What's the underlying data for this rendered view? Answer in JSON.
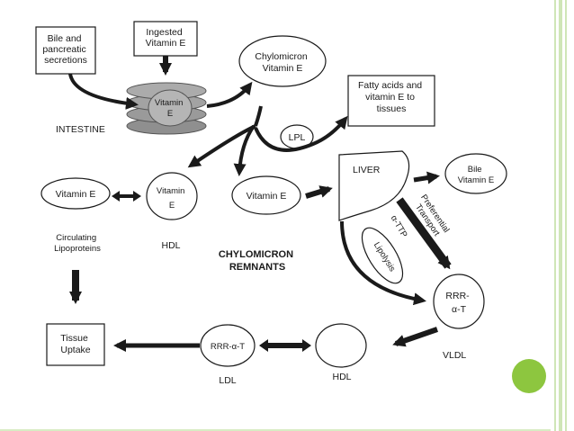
{
  "nodes": {
    "bile_box": [
      "Bile and",
      "pancreatic",
      "secretions"
    ],
    "ingested_box": [
      "Ingested",
      "Vitamin E"
    ],
    "intestine_vitamin": [
      "Vitamin",
      "E"
    ],
    "intestine_label": "INTESTINE",
    "chylomicron": [
      "Chylomicron",
      "Vitamin E"
    ],
    "fatty_acids_box": [
      "Fatty acids and",
      "vitamin E to",
      "tissues"
    ],
    "lpl": "LPL",
    "liver": "LIVER",
    "bile_vit": [
      "Bile",
      "Vitamin E"
    ],
    "vitamin_e_left": "Vitamin E",
    "hdl_vitamin": [
      "Vitamin",
      "E"
    ],
    "hdl_label_1": "HDL",
    "vitamin_e_mid": "Vitamin E",
    "circulating": [
      "Circulating",
      "Lipoproteins"
    ],
    "remnants": [
      "CHYLOMICRON",
      "REMNANTS"
    ],
    "alpha_ttp": "α-TTP",
    "preferential": [
      "Preferential",
      "Transport"
    ],
    "lipolysis": "Lipolysis",
    "rrr_vldl": [
      "RRR-",
      "α-T"
    ],
    "vldl_label": "VLDL",
    "tissue_uptake": [
      "Tissue",
      "Uptake"
    ],
    "rrr_ldl": "RRR-α-T",
    "ldl_label": "LDL",
    "hdl_label_2": "HDL"
  },
  "colors": {
    "accent_dot": "#8dc63f",
    "border_green": "#cfe6b7",
    "intestine_gray": "#9a9a9a"
  }
}
